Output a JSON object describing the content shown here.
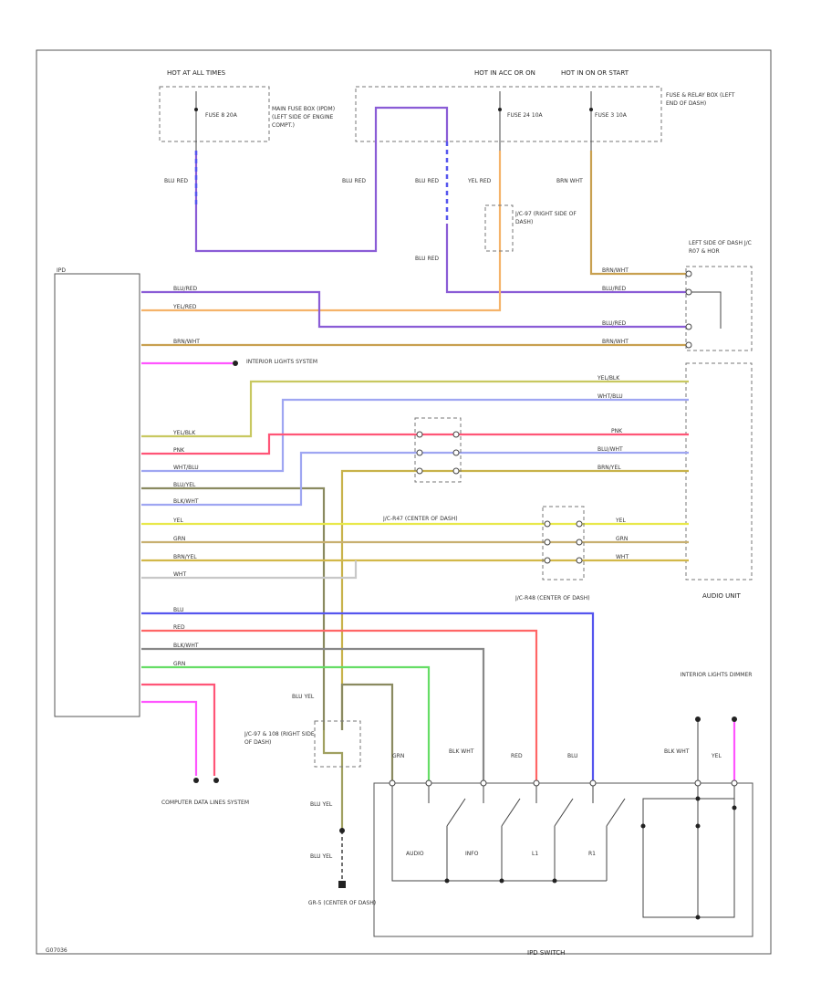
{
  "labels": {
    "hot_at_all_times": "HOT AT ALL TIMES",
    "hot_in_acc_or_on": "HOT IN ACC OR ON",
    "hot_in_on_or_start": "HOT IN ON OR START",
    "main_fuse_box": "MAIN FUSE BOX (IPDM) (LEFT SIDE OF ENGINE COMPT.)",
    "fuse_8": "FUSE 8 20A",
    "fuse_24": "FUSE 24 10A",
    "fuse_3": "FUSE 3 10A",
    "fuse_relay_box": "FUSE & RELAY BOX (LEFT END OF DASH)",
    "jc_right_side": "J/C-97 (RIGHT SIDE OF DASH)",
    "left_side_dash": "LEFT SIDE OF DASH J/C R07 & HOR",
    "ipd": "IPD",
    "interior_lights_system": "INTERIOR LIGHTS SYSTEM",
    "jc_center_upper": "J/C-R47 (CENTER OF DASH)",
    "jc_center_lower": "J/C-R48 (CENTER OF DASH)",
    "audio_unit": "AUDIO UNIT",
    "computer_data_lines": "COMPUTER DATA LINES SYSTEM",
    "jc_right_lower": "J/C-97 & 108 (RIGHT SIDE OF DASH)",
    "gr_center": "GR-5 (CENTER OF DASH)",
    "interior_lights_dimmer": "INTERIOR LIGHTS DIMMER",
    "ipd_switch": "IPD SWITCH",
    "footer_left": "G07036",
    "sw_audio": "AUDIO",
    "sw_info": "INFO",
    "sw_l": "L1",
    "sw_r": "R1"
  },
  "wire_labels": {
    "blu_red": "BLU RED",
    "yel_red": "YEL RED",
    "brn_wht": "BRN WHT",
    "blu_yel": "BLU YEL",
    "grn": "GRN",
    "red": "RED",
    "blu": "BLU",
    "blk_wht": "BLK WHT",
    "yel": "YEL",
    "pnk": "PNK",
    "wht": "WHT",
    "wht_blu": "WHT/BLU",
    "yel_blk": "YEL/BLK",
    "blk_wht2": "BLK/WHT",
    "brn_yel": "BRN/YEL",
    "blu_wht": "BLU/WHT",
    "blu_red2": "BLU/RED",
    "yel_red2": "YEL/RED",
    "brn_wht2": "BRN/WHT",
    "blu_yel2": "BLU/YEL",
    "blk_wht3": "BLK/WHT"
  },
  "colors": {
    "blu_red": "#8a5cd6",
    "yel_red": "#f5b36a",
    "brn_wht": "#c8a050",
    "pink": "#ff55ff",
    "yel_blk": "#c8c860",
    "wht_blu": "#8888ee",
    "red_pink": "#ff5577",
    "blu_wht": "#9fa6f2",
    "brn_yel": "#c8b24a",
    "blk_yel": "#8a8a60",
    "blk_wht": "#888888",
    "yel": "#e8e84a",
    "grn": "#66dd66",
    "blu": "#5555ee",
    "red": "#ff6666",
    "wht": "#c8c8c8"
  }
}
